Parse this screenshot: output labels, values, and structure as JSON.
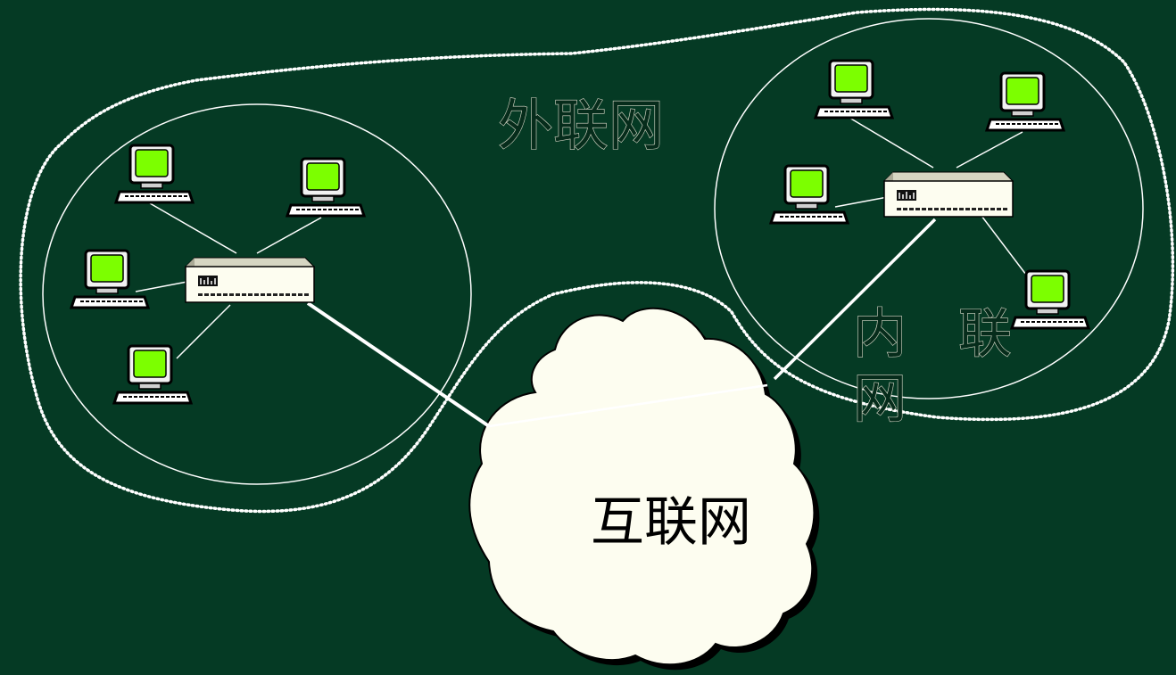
{
  "labels": {
    "extranet": "外联网",
    "intranet_chars": [
      "内",
      "联",
      "网"
    ],
    "internet": "互联网"
  },
  "colors": {
    "background": "#053a24",
    "cloud": "#fdfdf0",
    "screen": "#7cff00",
    "link": "#ffffff"
  },
  "icons": {
    "computer": "computer-icon",
    "hub": "hub-icon",
    "cloud": "internet-cloud"
  }
}
